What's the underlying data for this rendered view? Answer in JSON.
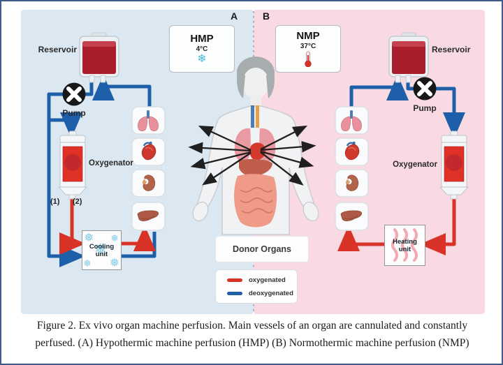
{
  "figure": {
    "panel_a": {
      "label": "A",
      "badge": {
        "title": "HMP",
        "temperature": "4°C",
        "icon": "snowflake-icon",
        "icon_char": "❄"
      },
      "reservoir_label": "Reservoir",
      "pump_label": "Pump",
      "oxygenator_label": "Oxygenator",
      "line_labels": {
        "line1": "(1)",
        "line2": "(2)"
      },
      "unit_box": {
        "word1": "Cooling",
        "word2": "unit",
        "flake_char": "❅"
      },
      "organs": [
        "lungs",
        "heart",
        "kidney",
        "liver"
      ]
    },
    "panel_b": {
      "label": "B",
      "badge": {
        "title": "NMP",
        "temperature": "37°C",
        "icon": "thermometer-icon"
      },
      "reservoir_label": "Reservoir",
      "pump_label": "Pump",
      "oxygenator_label": "Oxygenator",
      "unit_box": {
        "word1": "Heating",
        "word2": "unit"
      },
      "organs": [
        "lungs",
        "heart",
        "kidney",
        "liver"
      ]
    },
    "center": {
      "donor_organs_label": "Donor Organs",
      "legend": {
        "items": [
          {
            "label": "oxygenated",
            "color": "#d93226"
          },
          {
            "label": "deoxygenated",
            "color": "#1d5fa8"
          }
        ]
      }
    },
    "caption": {
      "line1": "Figure 2. Ex vivo organ machine perfusion. Main vessels of an organ are cannulated and constantly",
      "line2": "perfused. (A) Hypothermic machine perfusion (HMP) (B) Normothermic machine perfusion (NMP)"
    },
    "colors": {
      "panel_a_bg": "#dce8f1",
      "panel_b_bg": "#f9dae2",
      "oxygenated": "#d93226",
      "deoxygenated": "#1d5fa8",
      "frame_border": "#3d5a88"
    }
  }
}
